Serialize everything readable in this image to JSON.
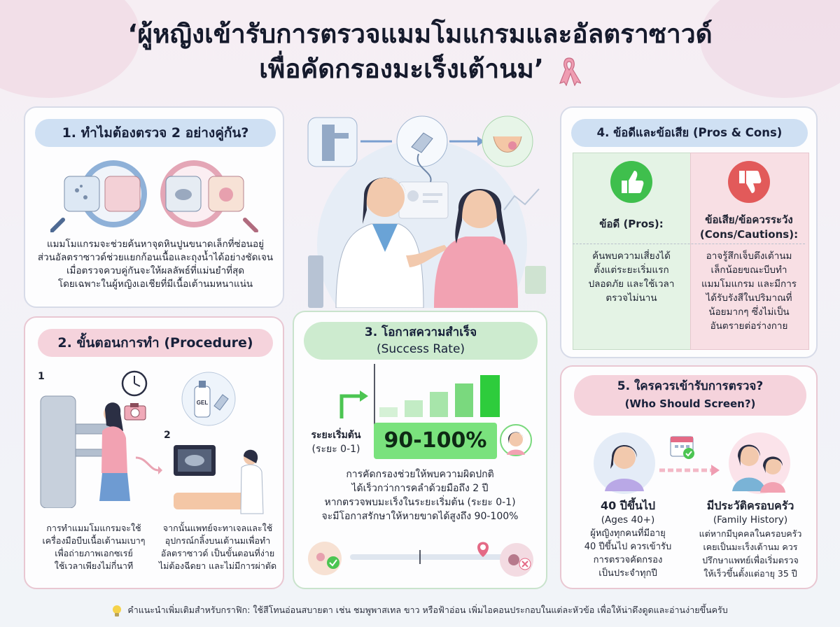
{
  "title": {
    "line1": "‘ผู้หญิงเข้ารับการตรวจแมมโมแกรมและอัลตราซาวด์",
    "line2": "เพื่อคัดกรองมะเร็งเต้านม’"
  },
  "section1": {
    "heading": "1. ทำไมต้องตรวจ 2 อย่างคู่กัน?",
    "lines": [
      "แมมโมแกรมจะช่วยค้นหาจุดหินปูนขนาดเล็กที่ซ่อนอยู่",
      "ส่วนอัลตราซาวด์ช่วยแยกก้อนเนื้อและถุงน้ำได้อย่างชัดเจน",
      "เมื่อตรวจควบคู่กันจะให้ผลลัพธ์ที่แม่นยำที่สุด",
      "โดยเฉพาะในผู้หญิงเอเชียที่มีเนื้อเต้านมหนาแน่น"
    ]
  },
  "section2": {
    "heading": "2. ขั้นตอนการทำ (Procedure)",
    "step1_num": "1",
    "step2_num": "2",
    "gel_label": "GEL",
    "step1_lines": [
      "การทำแมมโมแกรมจะใช้",
      "เครื่องมือบีบเนื้อเต้านมเบาๆ",
      "เพื่อถ่ายภาพเอกซเรย์",
      "ใช้เวลาเพียงไม่กี่นาที"
    ],
    "step2_lines": [
      "จากนั้นแพทย์จะทาเจลและใช้",
      "อุปกรณ์กลิ้งบนเต้านมเพื่อทำ",
      "อัลตราซาวด์ เป็นขั้นตอนที่ง่าย",
      "ไม่ต้องฉีดยา และไม่มีการผ่าตัด"
    ]
  },
  "section3": {
    "heading_line1": "3. โอกาสความสำเร็จ",
    "heading_line2": "(Success Rate)",
    "stage_label": "ระยะเริ่มต้น",
    "stage_sub": "(ระยะ 0-1)",
    "rate": "90-100%",
    "lines": [
      "การคัดกรองช่วยให้พบความผิดปกติ",
      "ได้เร็วกว่าการคลำด้วยมือถึง 2 ปี",
      "หากตรวจพบมะเร็งในระยะเริ่มต้น (ระยะ 0-1)",
      "จะมีโอกาสรักษาให้หายขาดได้สูงถึง 90-100%"
    ]
  },
  "section4": {
    "heading": "4. ข้อดีและข้อเสีย (Pros & Cons)",
    "pros_title": "ข้อดี (Pros):",
    "cons_title_line1": "ข้อเสีย/ข้อควรระวัง",
    "cons_title_line2": "(Cons/Cautions):",
    "pros_lines": [
      "ค้นพบความเสี่ยงได้",
      "ตั้งแต่ระยะเริ่มแรก",
      "ปลอดภัย และใช้เวลา",
      "ตรวจไม่นาน"
    ],
    "cons_lines": [
      "อาจรู้สึกเจ็บตึงเต้านม",
      "เล็กน้อยขณะบีบทำ",
      "แมมโมแกรม และมีการ",
      "ได้รับรังสีในปริมาณที่",
      "น้อยมากๆ ซึ่งไม่เป็น",
      "อันตรายต่อร่างกาย"
    ]
  },
  "section5": {
    "heading_line1": "5. ใครควรเข้ารับการตรวจ?",
    "heading_line2": "(Who Should Screen?)",
    "left_title": "40 ปีขึ้นไป",
    "left_sub": "(Ages 40+)",
    "left_lines": [
      "ผู้หญิงทุกคนที่มีอายุ",
      "40 ปีขึ้นไป ควรเข้ารับ",
      "การตรวจคัดกรอง",
      "เป็นประจำทุกปี"
    ],
    "right_title": "มีประวัติครอบครัว",
    "right_sub": "(Family History)",
    "right_lines": [
      "แต่หากมีบุคคลในครอบครัว",
      "เคยเป็นมะเร็งเต้านม ควร",
      "ปรึกษาแพทย์เพื่อเริ่มตรวจ",
      "ให้เร็วขึ้นตั้งแต่อายุ 35 ปี"
    ]
  },
  "footer": "คำแนะนำเพิ่มเติมสำหรับกราฟิก: ใช้สีโทนอ่อนสบายตา เช่น ชมพูพาสเทล ขาว หรือฟ้าอ่อน เพิ่มไอคอนประกอบในแต่ละหัวข้อ เพื่อให้น่าดึงดูดและอ่านง่ายขึ้นครับ",
  "icons": [
    "pink-ribbon-icon",
    "mammography-machine-icon",
    "ultrasound-probe-icon",
    "breast-icon",
    "magnifier-icon",
    "clock-icon",
    "camera-icon",
    "gel-bottle-icon",
    "thumbs-up-icon",
    "thumbs-down-icon",
    "calendar-icon",
    "check-icon",
    "lightbulb-icon"
  ],
  "colors": {
    "accent_pink": "#e98aa3",
    "accent_green": "#4cc552",
    "accent_blue": "#cfe0f3"
  }
}
